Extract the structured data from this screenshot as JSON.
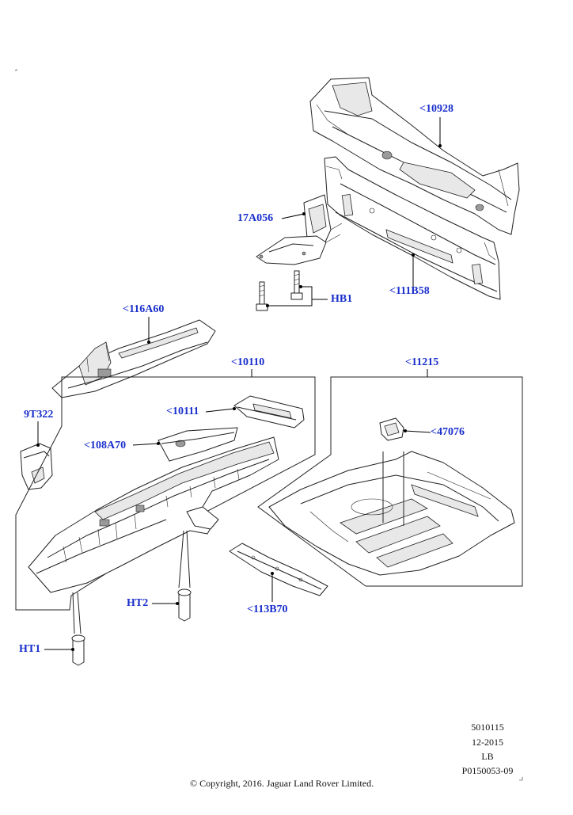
{
  "callouts": {
    "c10928": "<10928",
    "c17A056": "17A056",
    "c111B58": "<111B58",
    "cHB1": "HB1",
    "c116A60": "<116A60",
    "c10110": "<10110",
    "c11215": "<11215",
    "c9T322": "9T322",
    "c10111": "<10111",
    "c108A70": "<108A70",
    "c47076": "<47076",
    "cHT2": "HT2",
    "c113B70": "<113B70",
    "cHT1": "HT1"
  },
  "meta": {
    "line1": "5010115",
    "line2": "12-2015",
    "line3": "LB",
    "line4": "P0150053-09"
  },
  "copyright": "© Copyright, 2016. Jaguar Land Rover Limited.",
  "colors": {
    "callout": "#1a2fcc",
    "lines": "#222222"
  }
}
